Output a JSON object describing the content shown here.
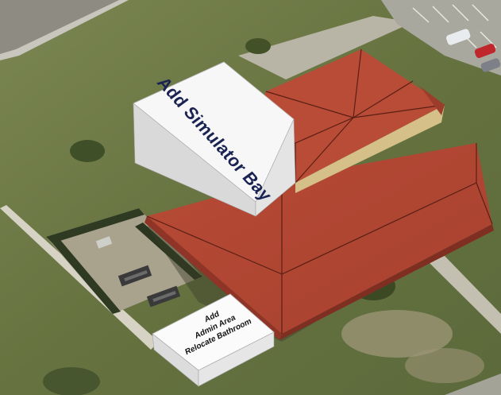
{
  "labels": {
    "simulator_bay": "Add Simulator Bay",
    "admin_block": {
      "line1": "Add",
      "line2": "Admin Area",
      "line3": "Relocate Bathroom"
    }
  },
  "colors": {
    "grass": "#6f7a4a",
    "roof": "#b34a35",
    "roof_edge": "#c8b27a",
    "addition_block": "#f7f7f7",
    "label_text": "#1a2352",
    "pavement": "#9a9a8f"
  }
}
